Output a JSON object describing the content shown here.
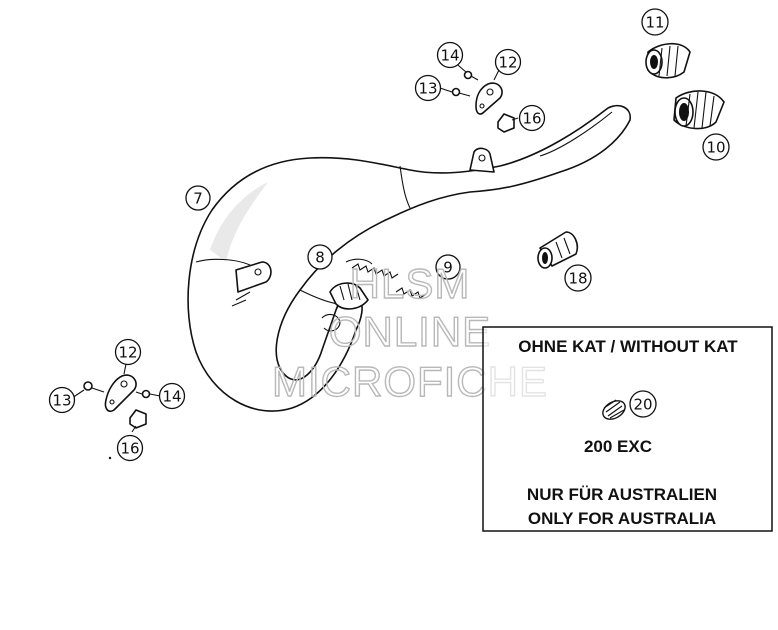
{
  "callouts": {
    "c7": "7",
    "c8": "8",
    "c9": "9",
    "c10": "10",
    "c11": "11",
    "c12_top": "12",
    "c13_top": "13",
    "c14_top": "14",
    "c16_top": "16",
    "c12_bottom": "12",
    "c13_bottom": "13",
    "c14_bottom": "14",
    "c16_bottom": "16",
    "c18": "18",
    "c20": "20"
  },
  "inset": {
    "title": "OHNE KAT / WITHOUT KAT",
    "model": "200 EXC",
    "note_line1": "NUR FÜR AUSTRALIEN",
    "note_line2": "ONLY FOR AUSTRALIA"
  },
  "watermark": {
    "line1": "HLSM",
    "line2": "ONLINE",
    "line3": "MICROFICHE"
  }
}
